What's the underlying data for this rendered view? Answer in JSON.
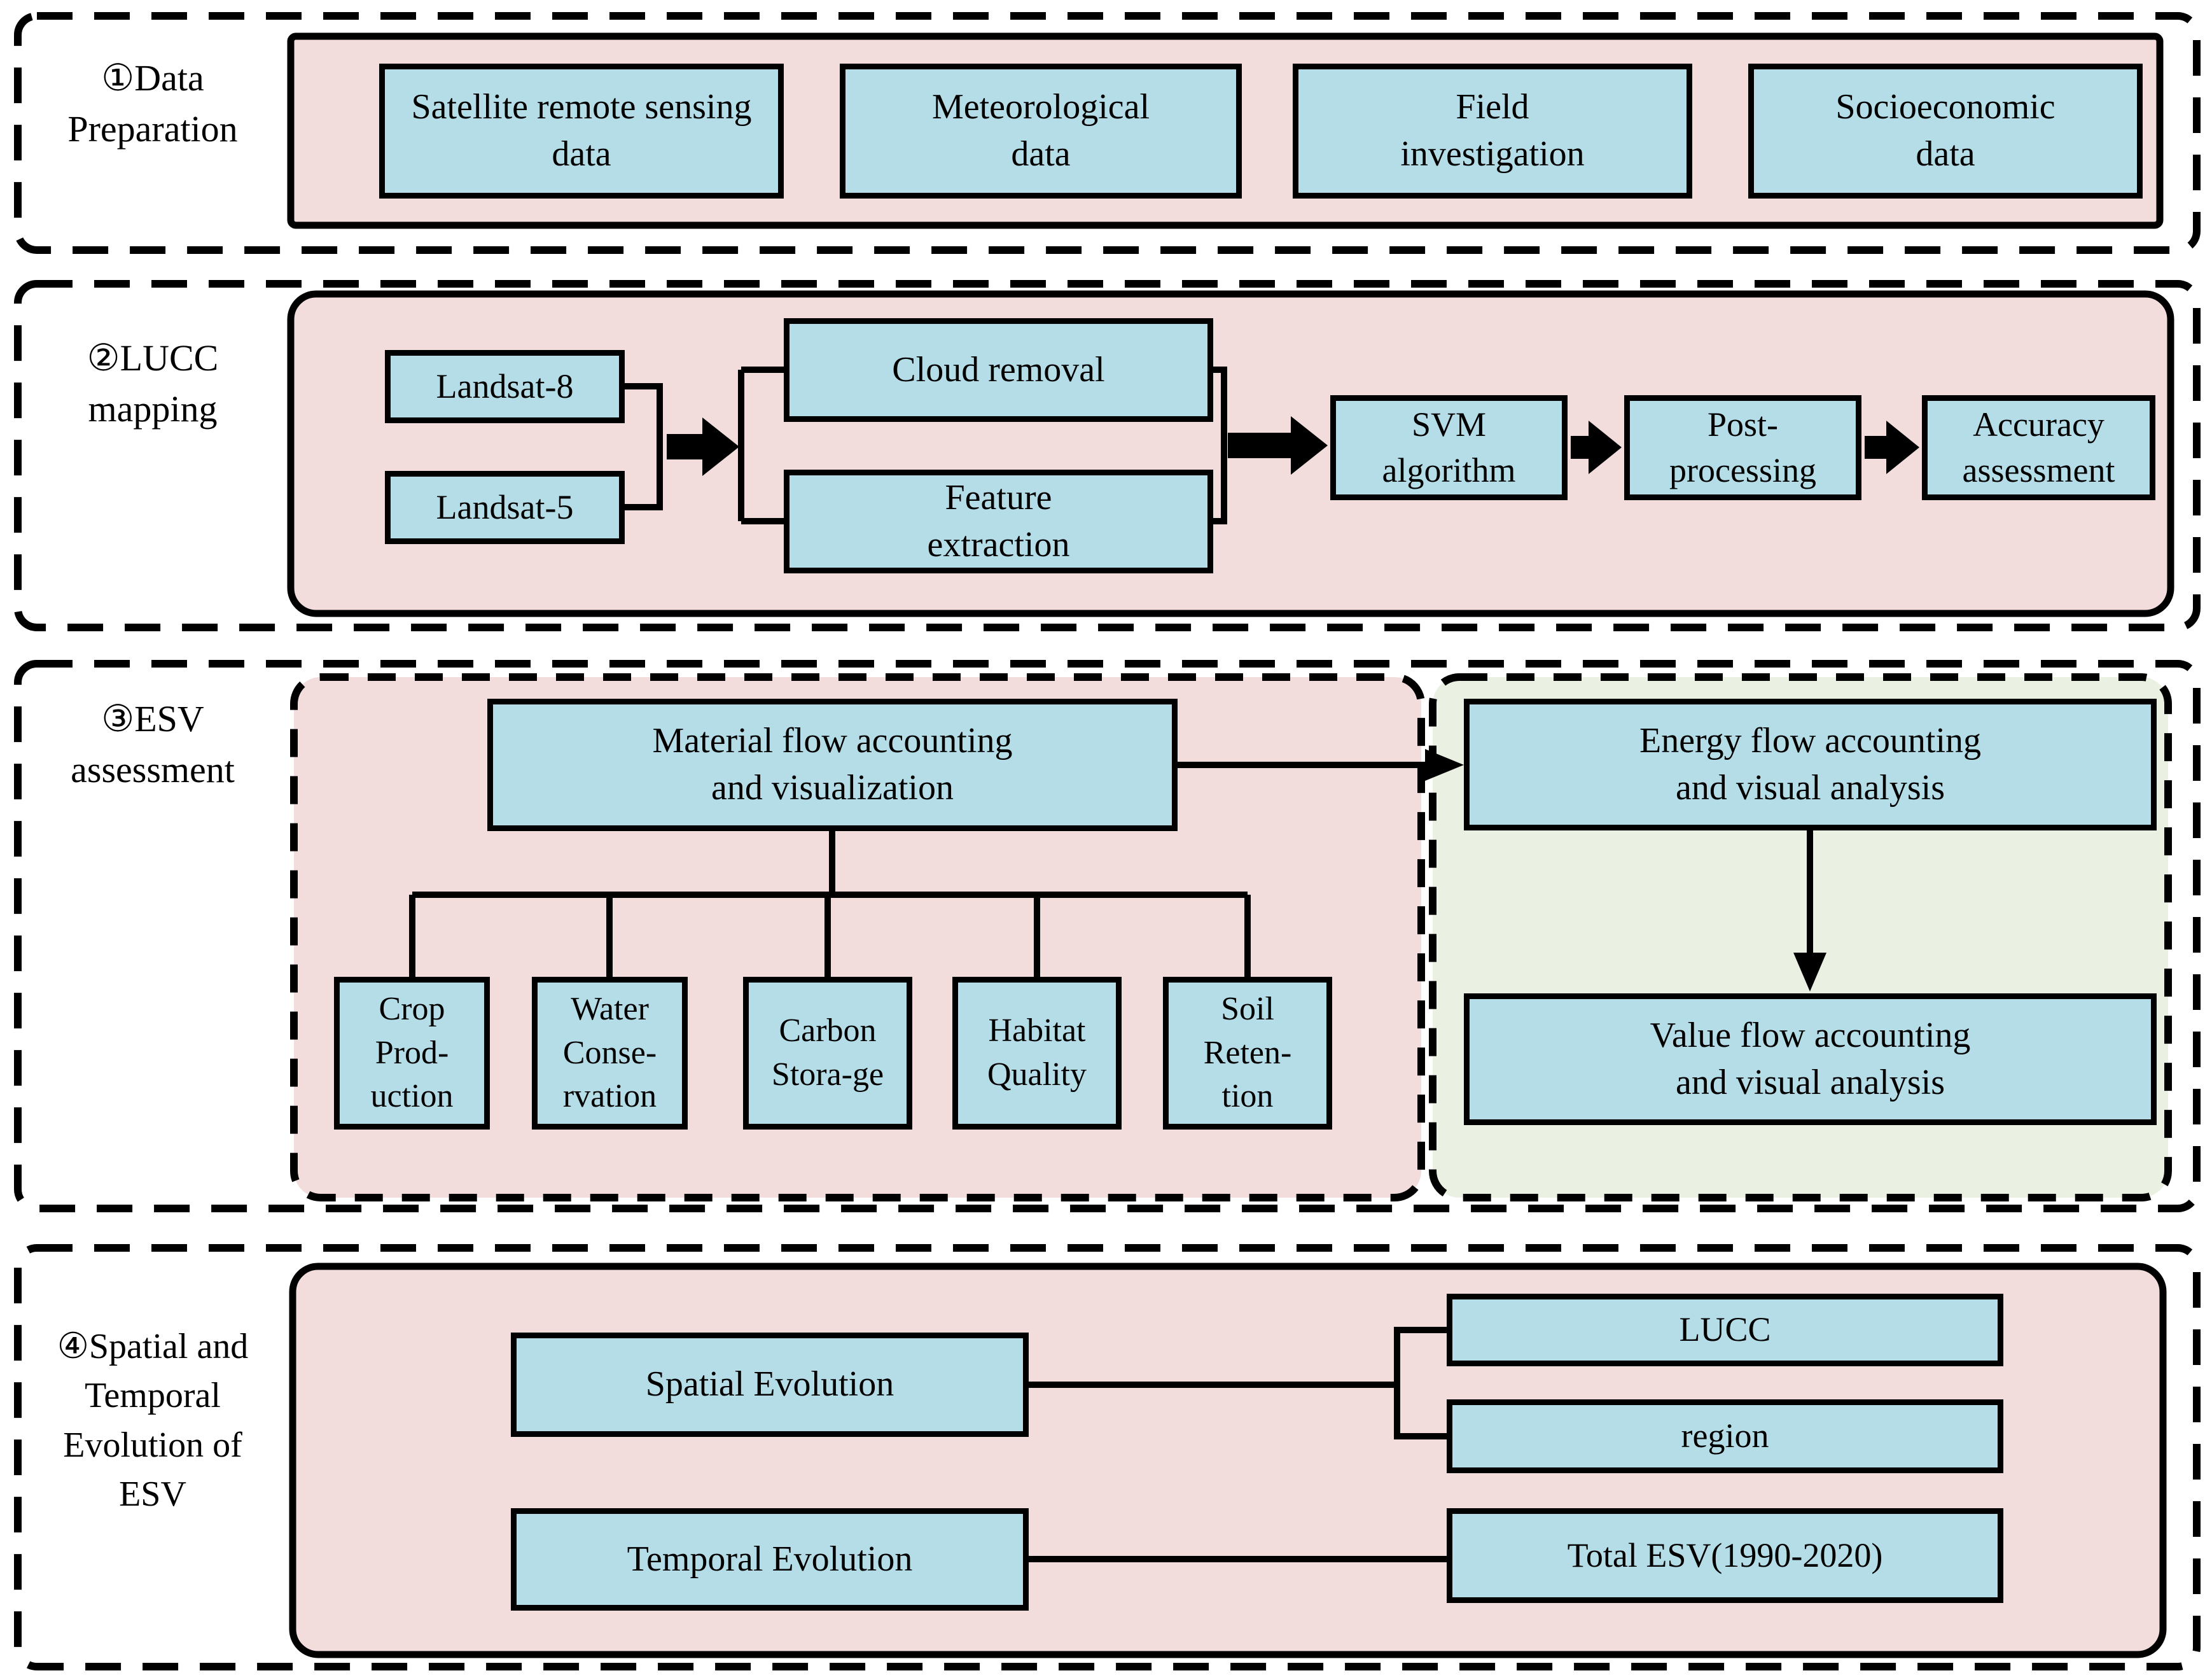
{
  "colors": {
    "box": "#b5dde8",
    "pink": "#f2dcdc",
    "green": "#ebf1e2",
    "ink": "#000000"
  },
  "s1": {
    "label": "①Data\nPreparation",
    "boxes": [
      "Satellite remote sensing\ndata",
      "Meteorological\ndata",
      "Field\ninvestigation",
      "Socioeconomic\ndata"
    ]
  },
  "s2": {
    "label": "②LUCC\nmapping",
    "landsat8": "Landsat-8",
    "landsat5": "Landsat-5",
    "cloud_removal": "Cloud removal",
    "feature_extraction": "Feature\nextraction",
    "svm": "SVM\nalgorithm",
    "post_processing": "Post-\nprocessing",
    "accuracy": "Accuracy\nassessment"
  },
  "s3": {
    "label": "③ESV\nassessment",
    "material": "Material flow accounting\nand visualization",
    "energy": "Energy flow accounting\nand visual analysis",
    "value": "Value flow accounting\nand visual analysis",
    "services": [
      "Crop\nProd-\nuction",
      "Water\nConse-\nrvation",
      "Carbon\nStora-ge",
      "Habitat\nQuality",
      "Soil\nReten-\ntion"
    ]
  },
  "s4": {
    "label": "④Spatial and\nTemporal\nEvolution of\nESV",
    "spatial": "Spatial Evolution",
    "temporal": "Temporal Evolution",
    "lucc": "LUCC",
    "region": "region",
    "total_esv": "Total ESV(1990-2020)"
  }
}
